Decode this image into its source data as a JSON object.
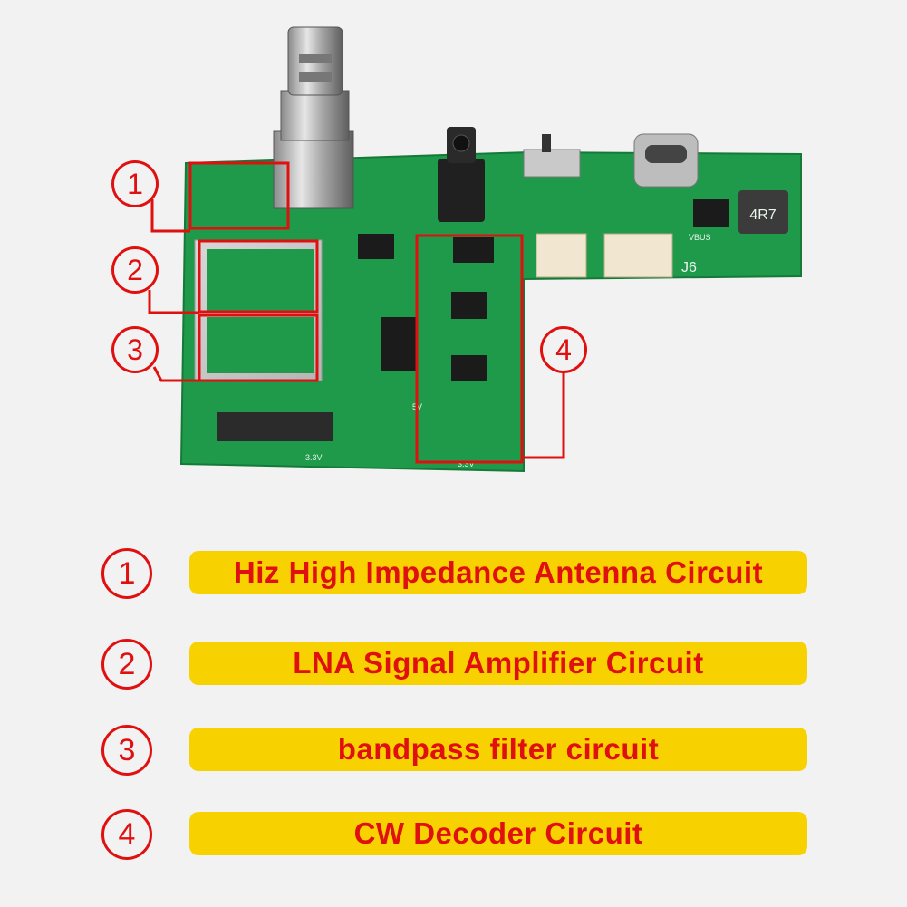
{
  "board": {
    "silkscreen": [
      "4R7",
      "J6",
      "VBUS",
      "5V",
      "3.3V",
      "3.3V"
    ]
  },
  "callouts": [
    "1",
    "2",
    "3",
    "4"
  ],
  "legend": [
    {
      "num": "1",
      "label": "Hiz High Impedance Antenna Circuit"
    },
    {
      "num": "2",
      "label": "LNA Signal Amplifier Circuit"
    },
    {
      "num": "3",
      "label": "bandpass filter circuit"
    },
    {
      "num": "4",
      "label": "CW Decoder Circuit"
    }
  ],
  "colors": {
    "background": "#f2f2f2",
    "pcb": "#1f9a4a",
    "annotation": "#e01010",
    "label_bar": "#f8d200"
  }
}
